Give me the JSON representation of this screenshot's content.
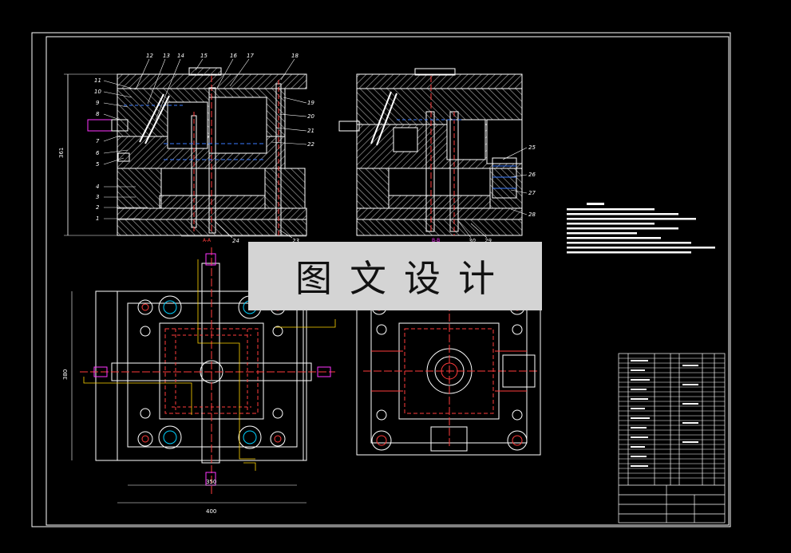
{
  "watermark": "图文设计",
  "colors": {
    "background": "#000000",
    "hatch": "#b4b4b4",
    "outline": "#ffffff",
    "centerline": "#ff3b3b",
    "cooling": "#3a7bff",
    "dimension": "#ffff00",
    "leader": "#ffd400",
    "ejector": "#ff33ff"
  },
  "part_numbers_left": [
    "1",
    "2",
    "3",
    "4",
    "5",
    "6",
    "7",
    "8",
    "9",
    "10",
    "11"
  ],
  "part_numbers_top": [
    "12",
    "13",
    "14",
    "15",
    "16",
    "17",
    "18"
  ],
  "part_numbers_right": [
    "19",
    "20",
    "21",
    "22"
  ],
  "part_numbers_bottom": [
    "24",
    "23"
  ],
  "part_numbers_view2": [
    "25",
    "26",
    "27",
    "28",
    "30",
    "29"
  ],
  "dimensions": {
    "height": "361",
    "plan_height": "380",
    "width_inner": "350",
    "width_outer": "400"
  },
  "section_marks": [
    "A-A",
    "B-B"
  ]
}
